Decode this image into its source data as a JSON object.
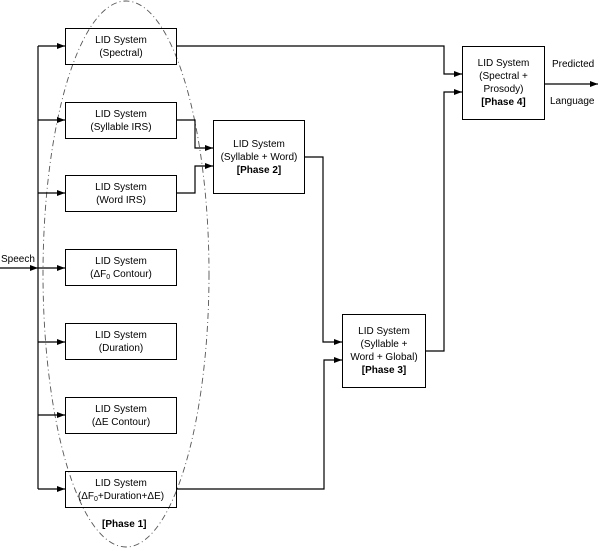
{
  "input_label": "Speech",
  "output_label_top": "Predicted",
  "output_label_bottom": "Language",
  "phase1_label": "[Phase 1]",
  "phase1_boxes": [
    {
      "title": "LID System",
      "subtitle": "(Spectral)"
    },
    {
      "title": "LID System",
      "subtitle": "(Syllable IRS)"
    },
    {
      "title": "LID System",
      "subtitle": "(Word IRS)"
    },
    {
      "title": "LID System",
      "subtitle_pre": "(ΔF",
      "subtitle_sub": "0",
      "subtitle_post": " Contour)"
    },
    {
      "title": "LID System",
      "subtitle": "(Duration)"
    },
    {
      "title": "LID System",
      "subtitle": "(ΔE Contour)"
    },
    {
      "title": "LID System",
      "subtitle_pre": "(ΔF",
      "subtitle_sub": "0",
      "subtitle_post": "+Duration+ΔE)"
    }
  ],
  "phase2_box": {
    "title": "LID System",
    "line1": "(Syllable + Word)",
    "phase": "[Phase 2]"
  },
  "phase3_box": {
    "title": "LID System",
    "line1": "(Syllable +",
    "line2": "Word + Global)",
    "phase": "[Phase 3]"
  },
  "phase4_box": {
    "title": "LID System",
    "line1": "(Spectral +",
    "line2": "Prosody)",
    "phase": "[Phase 4]"
  }
}
